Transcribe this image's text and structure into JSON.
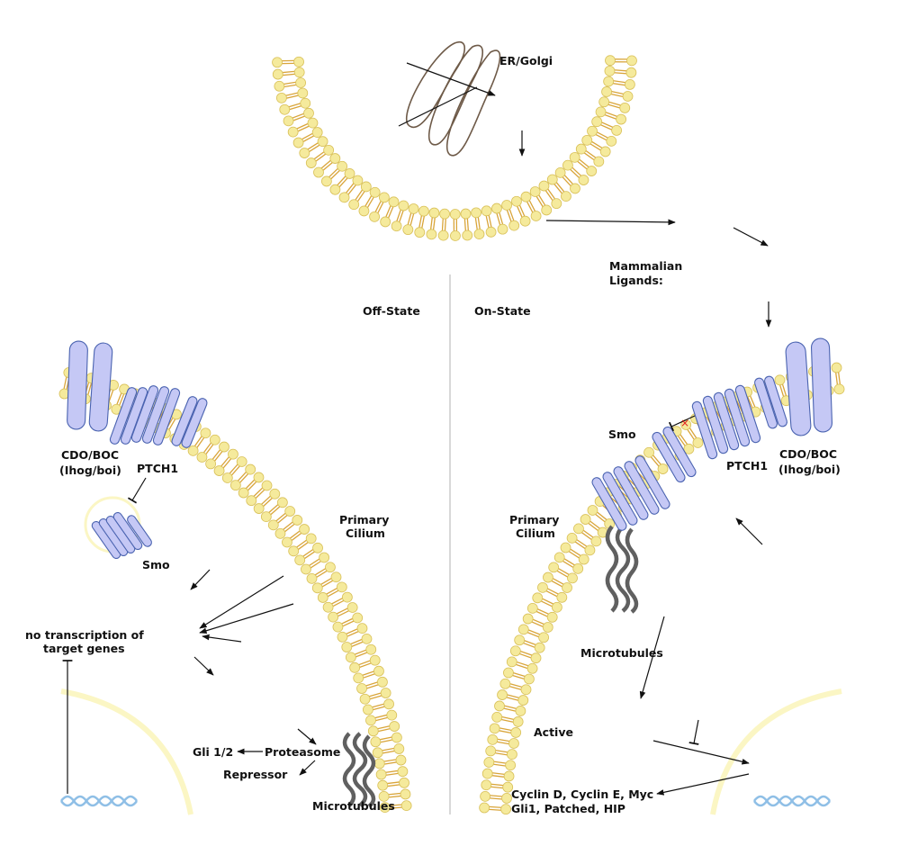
{
  "colors": {
    "lipid_head": "#f5ea9c",
    "lipid_head_stroke": "#d9c15a",
    "lipid_tail": "#d9a53a",
    "protein_fill": "#c5c8f5",
    "protein_stroke": "#4a63b0",
    "microtubule": "#606060",
    "dna": "#8fbfe6",
    "nucleus": "#fbf6c4",
    "divider": "#bdbdbd",
    "inhibit_x": "#e02020"
  },
  "labels": {
    "er_golgi": "ER/Golgi",
    "mammalian_ligands_1": "Mammalian",
    "mammalian_ligands_2": "Ligands:",
    "off_state": "Off-State",
    "on_state": "On-State",
    "left": {
      "cdo_boc_1": "CDO/BOC",
      "cdo_boc_2": "(Ihog/boi)",
      "ptch1": "PTCH1",
      "smo": "Smo",
      "primary_cilium_1": "Primary",
      "primary_cilium_2": "Cilium",
      "no_transcription_1": "no transcription of",
      "no_transcription_2": "target genes",
      "gli12": "Gli 1/2",
      "proteasome": "Proteasome",
      "repressor": "Repressor",
      "microtubules": "Microtubules"
    },
    "right": {
      "smo": "Smo",
      "ptch1": "PTCH1",
      "cdo_boc_1": "CDO/BOC",
      "cdo_boc_2": "(Ihog/boi)",
      "primary_cilium_1": "Primary",
      "primary_cilium_2": "Cilium",
      "microtubules": "Microtubules",
      "active": "Active",
      "targets_1": "Cyclin D, Cyclin E, Myc",
      "targets_2": "Gli1, Patched, HIP"
    }
  }
}
